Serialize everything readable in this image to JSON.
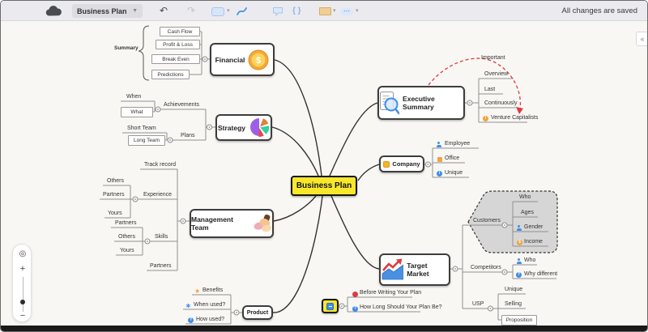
{
  "toolbar": {
    "title": "Business Plan",
    "status": "All changes are saved"
  },
  "glyphs": {
    "caret": "▾",
    "undo": "↶",
    "redo": "↷",
    "braces": "{ }",
    "more": "⋯",
    "dollar": "$",
    "question": "?",
    "info": "i",
    "exclaim": "!",
    "star": "★",
    "asterisk": "∗",
    "chevrons": "«",
    "plus": "+",
    "minus": "−",
    "target": "◎"
  },
  "map": {
    "central": "Business Plan",
    "financial": {
      "title": "Financial",
      "summary_label": "Summary",
      "children": [
        "Cash Flow",
        "Profit & Loss",
        "Break Even",
        "Predictions"
      ]
    },
    "strategy": {
      "title": "Strategy",
      "achievements": "Achievements",
      "when": "When",
      "what": "What",
      "plans": "Plans",
      "short_team": "Short Team",
      "long_team": "Long Team"
    },
    "management": {
      "title": "Management Team",
      "track_record": "Track record",
      "experience": "Experience",
      "exp_children": [
        "Others",
        "Partners",
        "Yours"
      ],
      "skills": "Skills",
      "skills_children": [
        "Partners",
        "Others",
        "Yours"
      ],
      "partners": "Partners"
    },
    "product": {
      "title": "Product",
      "benefits": "Benefits",
      "when_used": "When used?",
      "how_used": "How used?"
    },
    "executive": {
      "title": "Executive Summary",
      "relationship_label": "Important",
      "children": [
        "Overview",
        "Last",
        "Continuously",
        "Venture Capitalists"
      ]
    },
    "company": {
      "title": "Company",
      "children": [
        "Employee",
        "Office",
        "Unique"
      ]
    },
    "target": {
      "title": "Target Market",
      "customers": "Customers",
      "customers_children": [
        "Who",
        "Ages",
        "Gender",
        "Income"
      ],
      "competitors": "Competitors",
      "competitors_children": [
        "Who",
        "Why different"
      ],
      "usp": "USP",
      "usp_children": [
        "Unique",
        "Selling",
        "Proposition"
      ]
    },
    "floating": {
      "before": "Before Writing Your Plan",
      "how_long": "How Long Should Your Plan Be?"
    }
  }
}
